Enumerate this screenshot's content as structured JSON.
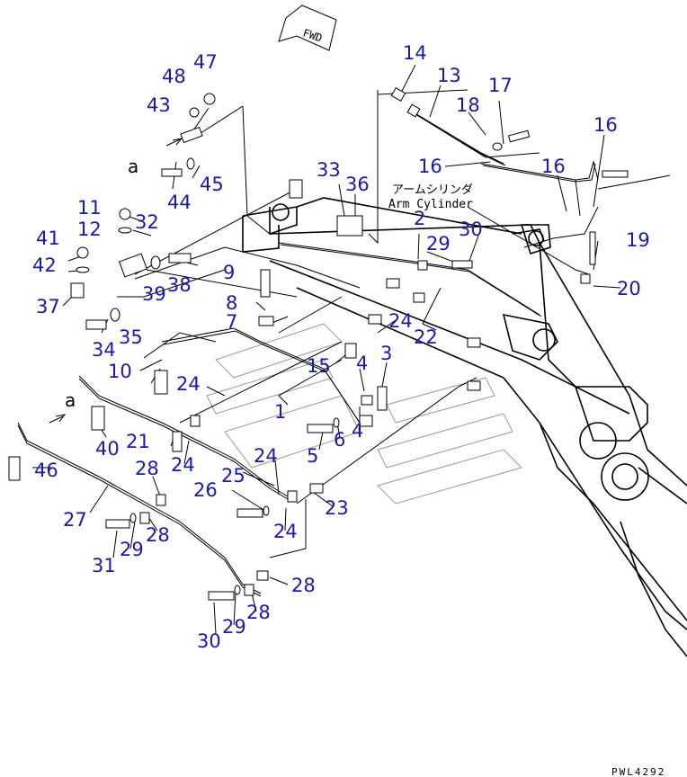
{
  "diagram": {
    "fwd_label": "FWD",
    "arm_cylinder_jp": "アームシリンダ",
    "arm_cylinder_en": "Arm Cylinder",
    "ref_letter": "a",
    "drawing_code": "PWL4292",
    "callouts": [
      "14",
      "13",
      "17",
      "18",
      "16",
      "16",
      "16",
      "47",
      "48",
      "43",
      "45",
      "44",
      "33",
      "36",
      "2",
      "29",
      "30",
      "19",
      "20",
      "11",
      "12",
      "32",
      "41",
      "42",
      "37",
      "39",
      "38",
      "9",
      "8",
      "7",
      "35",
      "34",
      "10",
      "40",
      "46",
      "24",
      "1",
      "15",
      "4",
      "3",
      "24",
      "22",
      "6",
      "5",
      "4",
      "21",
      "24",
      "28",
      "25",
      "24",
      "26",
      "24",
      "23",
      "27",
      "31",
      "29",
      "28",
      "28",
      "29",
      "28",
      "30"
    ]
  },
  "colors": {
    "callout": "#1a1aa6",
    "line": "#000000"
  }
}
